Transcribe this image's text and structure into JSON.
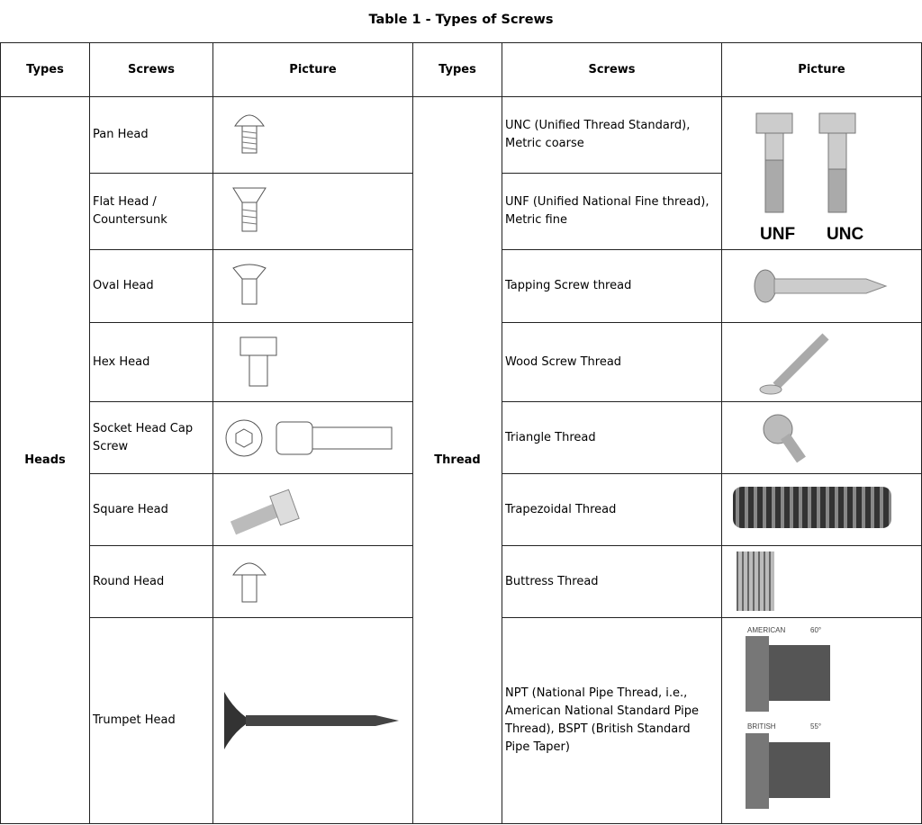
{
  "title": "Table 1 - Types of Screws",
  "headers": {
    "types": "Types",
    "screws": "Screws",
    "picture": "Picture"
  },
  "left": {
    "type": "Heads",
    "rows": [
      "Pan Head",
      "Flat Head / Countersunk",
      "Oval Head",
      "Hex Head",
      "Socket Head Cap Screw",
      "Square Head",
      "Round Head",
      "Trumpet Head"
    ]
  },
  "right": {
    "type": "Thread",
    "rows": [
      "UNC (Unified Thread Standard), Metric coarse",
      "UNF (Unified National Fine thread), Metric fine",
      "Tapping Screw thread",
      "Wood Screw Thread",
      "Triangle Thread",
      "Trapezoidal Thread",
      "Buttress Thread",
      "NPT (National Pipe Thread, i.e., American National Standard Pipe Thread), BSPT (British Standard Pipe Taper)"
    ],
    "unc_unf_labels": {
      "unf": "UNF",
      "unc": "UNC"
    },
    "npt_labels": {
      "american": "AMERICAN",
      "american_angle": "60°",
      "british": "BRITISH",
      "british_angle": "55°"
    }
  }
}
